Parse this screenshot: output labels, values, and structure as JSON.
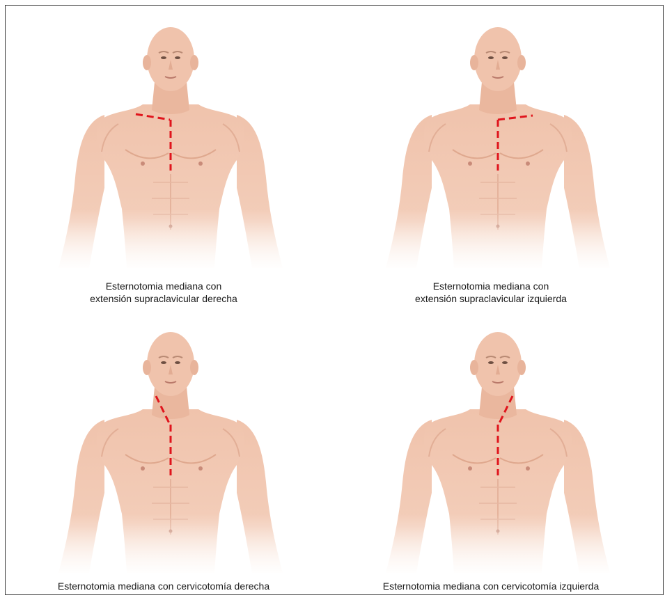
{
  "panels": [
    {
      "id": "top-left",
      "caption_line1": "Esternotomia mediana con",
      "caption_line2": "extensión supraclavicular derecha",
      "incision": "supraclavicular-right"
    },
    {
      "id": "top-right",
      "caption_line1": "Esternotomia mediana con",
      "caption_line2": "extensión supraclavicular izquierda",
      "incision": "supraclavicular-left"
    },
    {
      "id": "bottom-left",
      "caption_line1": "Esternotomia mediana con cervicotomía derecha",
      "caption_line2": "",
      "incision": "cervical-right"
    },
    {
      "id": "bottom-right",
      "caption_line1": "Esternotomia mediana con cervicotomía izquierda",
      "caption_line2": "",
      "incision": "cervical-left"
    }
  ],
  "colors": {
    "skin": "#f2c9b3",
    "skin_shadow": "#e0a98f",
    "incision": "#e0141c",
    "border": "#3a3a3a"
  }
}
